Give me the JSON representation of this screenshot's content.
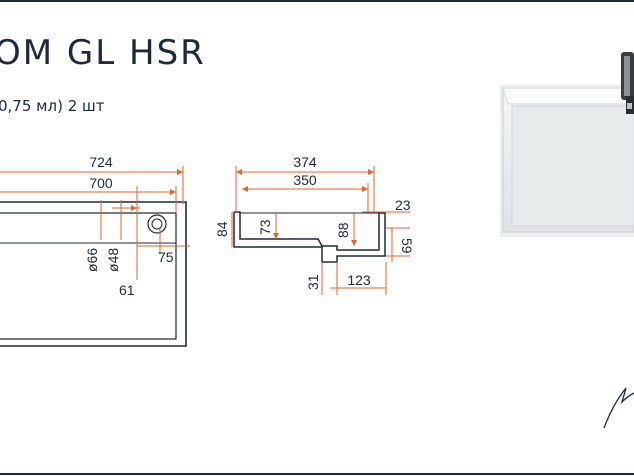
{
  "product": {
    "title": "OM GL HSR",
    "subtitle": "0,75 мл)  2 шт"
  },
  "front_view": {
    "dims": {
      "overall_width": "724",
      "inner_width": "700",
      "hole_66": "ø66",
      "hole_48": "ø48",
      "offset_61": "61",
      "offset_75": "75"
    }
  },
  "side_view": {
    "dims": {
      "overall_depth": "374",
      "inner_depth": "350",
      "rim_23": "23",
      "height_84": "84",
      "height_73": "73",
      "height_88": "88",
      "height_59": "59",
      "bottom_31": "31",
      "bottom_123": "123"
    }
  },
  "colors": {
    "dimension_line": "#e0662a",
    "outline": "#1d2a3a",
    "frame": "#1d2a3a"
  },
  "icons": [
    "faucet-icon",
    "signature-mark-icon"
  ]
}
